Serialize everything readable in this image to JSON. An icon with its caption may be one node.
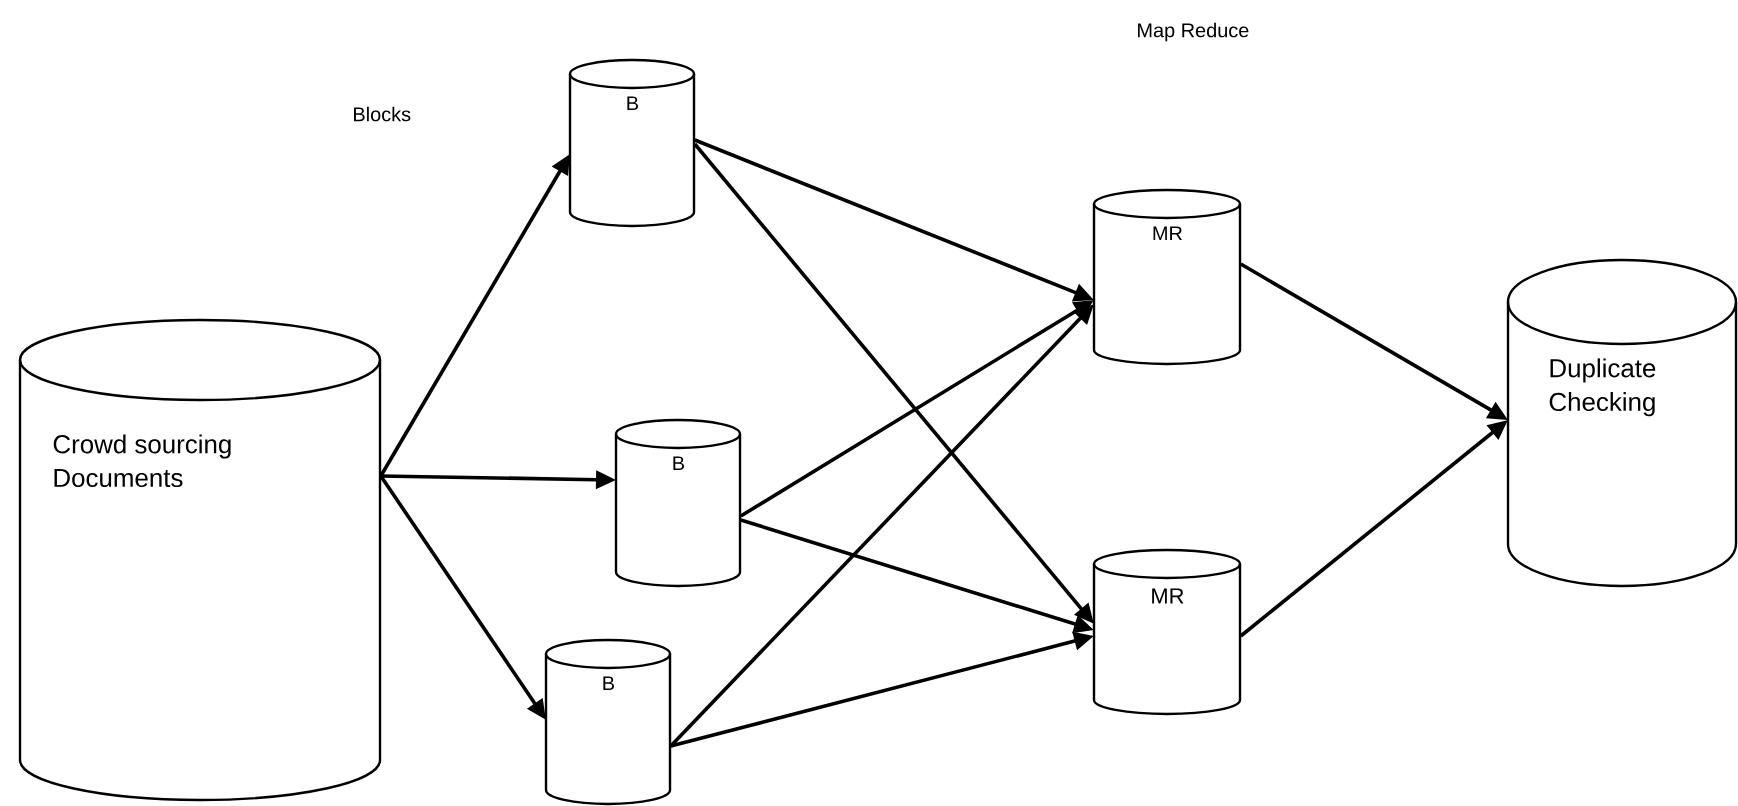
{
  "diagram": {
    "nodes": [
      {
        "text": [
          "Crowd sourcing Documents"
        ]
      },
      {
        "text": [
          "B"
        ]
      },
      {
        "text": [
          "B"
        ]
      },
      {
        "text": [
          "B"
        ]
      },
      {
        "text": [
          "MR"
        ]
      },
      {
        "text": [
          "MR"
        ]
      },
      {
        "text": [
          "Duplicate Checking"
        ]
      }
    ],
    "edges": [
      {
        "from": 0,
        "to": 1,
        "arrow": "to"
      },
      {
        "from": 0,
        "to": 2,
        "arrow": "to"
      },
      {
        "from": 0,
        "to": 3,
        "arrow": "to"
      },
      {
        "from": 1,
        "to": 4,
        "arrow": "to"
      },
      {
        "from": 1,
        "to": 5,
        "arrow": "to"
      },
      {
        "from": 2,
        "to": 4,
        "arrow": "to"
      },
      {
        "from": 2,
        "to": 5,
        "arrow": "to"
      },
      {
        "from": 3,
        "to": 4,
        "arrow": "to"
      },
      {
        "from": 3,
        "to": 5,
        "arrow": "to"
      },
      {
        "from": 4,
        "to": 6,
        "arrow": "to"
      },
      {
        "from": 5,
        "to": 6,
        "arrow": "to"
      }
    ],
    "labels": [
      "Map Reduce",
      "Blocks"
    ]
  }
}
